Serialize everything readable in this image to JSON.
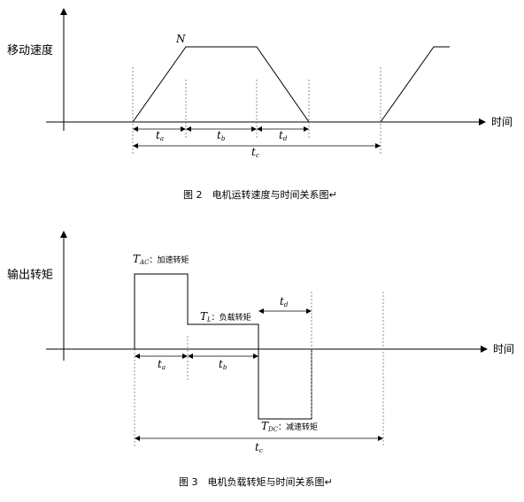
{
  "fig2": {
    "ylabel": "移动速度",
    "xlabel": "时间",
    "peak_label": "N",
    "t_a": "t",
    "t_a_sub": "a",
    "t_b": "t",
    "t_b_sub": "b",
    "t_d": "t",
    "t_d_sub": "d",
    "t_c": "t",
    "t_c_sub": "c",
    "caption": "图 2　电机运转速度与时间关系图↵"
  },
  "fig3": {
    "ylabel": "输出转矩",
    "xlabel": "时间",
    "tac_sym": "T",
    "tac_sub": "AC",
    "tac_text": "：加速转矩",
    "tl_sym": "T",
    "tl_sub": "L",
    "tl_text": "：负载转矩",
    "tdc_sym": "T",
    "tdc_sub": "DC",
    "tdc_text": "：减速转矩",
    "t_a": "t",
    "t_a_sub": "a",
    "t_b": "t",
    "t_b_sub": "b",
    "t_d": "t",
    "t_d_sub": "d",
    "t_c": "t",
    "t_c_sub": "c",
    "caption": "图 3　电机负载转矩与时间关系图↵"
  }
}
